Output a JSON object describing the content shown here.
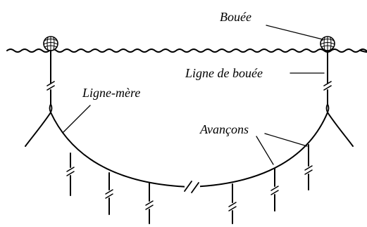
{
  "labels": {
    "buoy": "Bouée",
    "buoy_line": "Ligne de bouée",
    "main_line": "Ligne-mère",
    "branch_lines": "Avançons"
  },
  "colors": {
    "ink": "#000000",
    "background": "#ffffff"
  },
  "icons": {
    "buoy": "buoy-float-icon"
  }
}
